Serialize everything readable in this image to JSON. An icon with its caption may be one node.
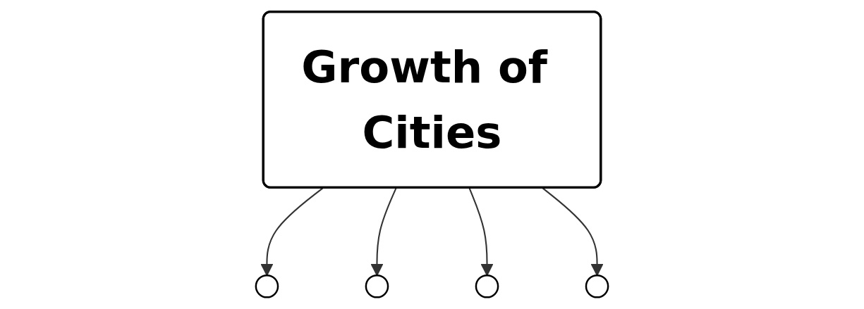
{
  "diagram": {
    "nodes": [
      {
        "text": [
          "Growth of Cities"
        ]
      },
      {
        "text": [],
        "shape": "circle"
      },
      {
        "text": [],
        "shape": "circle"
      },
      {
        "text": [],
        "shape": "circle"
      },
      {
        "text": [],
        "shape": "circle"
      }
    ],
    "edges": [
      {
        "from": 0,
        "to": 1,
        "arrow": "to"
      },
      {
        "from": 0,
        "to": 2,
        "arrow": "to"
      },
      {
        "from": 0,
        "to": 3,
        "arrow": "to"
      },
      {
        "from": 0,
        "to": 4,
        "arrow": "to"
      }
    ]
  }
}
